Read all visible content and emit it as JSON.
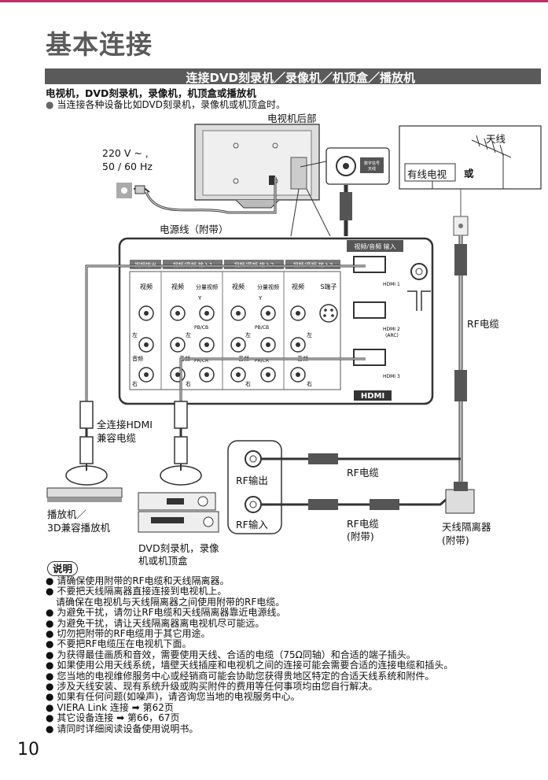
{
  "page": {
    "title": "基本连接",
    "page_number": "10"
  },
  "section": {
    "heading": "连接DVD刻录机／录像机／机顶盒／播放机",
    "subheading": "电视机，DVD刻录机，录像机，机顶盒或播放机",
    "intro": "当连接各种设备比如DVD刻录机，录像机或机顶盒时。"
  },
  "diagram": {
    "tv_back": "电视机后部",
    "power": "220 V ~ ,",
    "power2": "50 / 60 Hz",
    "power_cord": "电源线（附带）",
    "antenna": "天线",
    "cable_tv": "有线电视",
    "or": "或",
    "rf_cable_right": "RF电缆",
    "port_label_digital": "数字信号",
    "port_label_ant": "天线",
    "panel": {
      "hdmi_header": "视频/音频 输入",
      "col_headers": [
        "视频输出",
        "视频/音频 输入1",
        "视频/音频 输入2",
        "视频/音频 输入3"
      ],
      "video": "视频",
      "component": "分量视频",
      "s_video": "S端子",
      "left": "左",
      "right": "右",
      "audio": "音频",
      "y": "Y",
      "pb": "PB/CB",
      "pr": "PR/CR",
      "hdmi1": "HDMI 1",
      "hdmi2": "HDMI 2",
      "hdmi2b": "(ARC)",
      "hdmi3": "HDMI 3",
      "hdmi_logo": "HDMI"
    },
    "hdmi_cable": "全连接HDMI",
    "hdmi_cable2": "兼容电缆",
    "player": "播放机／",
    "player2": "3D兼容播放机",
    "recorder": "DVD刻录机，录像",
    "recorder2": "机或机顶盒",
    "rf_out": "RF输出",
    "rf_in": "RF输入",
    "rf_cable_mid": "RF电缆",
    "rf_cable_bottom": "RF电缆",
    "rf_cable_bottom2": "(附带)",
    "splitter": "天线隔离器",
    "splitter2": "(附带)"
  },
  "notes": {
    "title": "说明",
    "items": [
      "请确保使用附带的RF电缆和天线隔离器。",
      "不要把天线隔离器直接连接到电视机上。",
      "请确保在电视机与天线隔离器之间使用附带的RF电缆。",
      "为避免干扰，请勿让RF电缆和天线隔离器靠近电源线。",
      "为避免干扰，请让天线隔离器离电视机尽可能远。",
      "切勿把附带的RF电缆用于其它用途。",
      "不要把RF电缆压在电视机下面。",
      "为获得最佳画质和音效，需要使用天线、合适的电缆（75Ω同轴）和合适的端子插头。",
      "如果使用公用天线系统，墙壁天线插座和电视机之间的连接可能会需要合适的连接电缆和插头。",
      "您当地的电视维修服务中心或经销商可能会协助您获得贵地区特定的合适天线系统和附件。",
      "涉及天线安装、现有系统升级或购买附件的费用等任何事项均由您自行解决。",
      "如果有任何问题(如噪声)，请咨询您当地的电视服务中心。",
      "VIERA Link 连接 ➡ 第62页",
      "其它设备连接 ➡ 第66，67页",
      "请同时详细阅读设备使用说明书。"
    ]
  }
}
